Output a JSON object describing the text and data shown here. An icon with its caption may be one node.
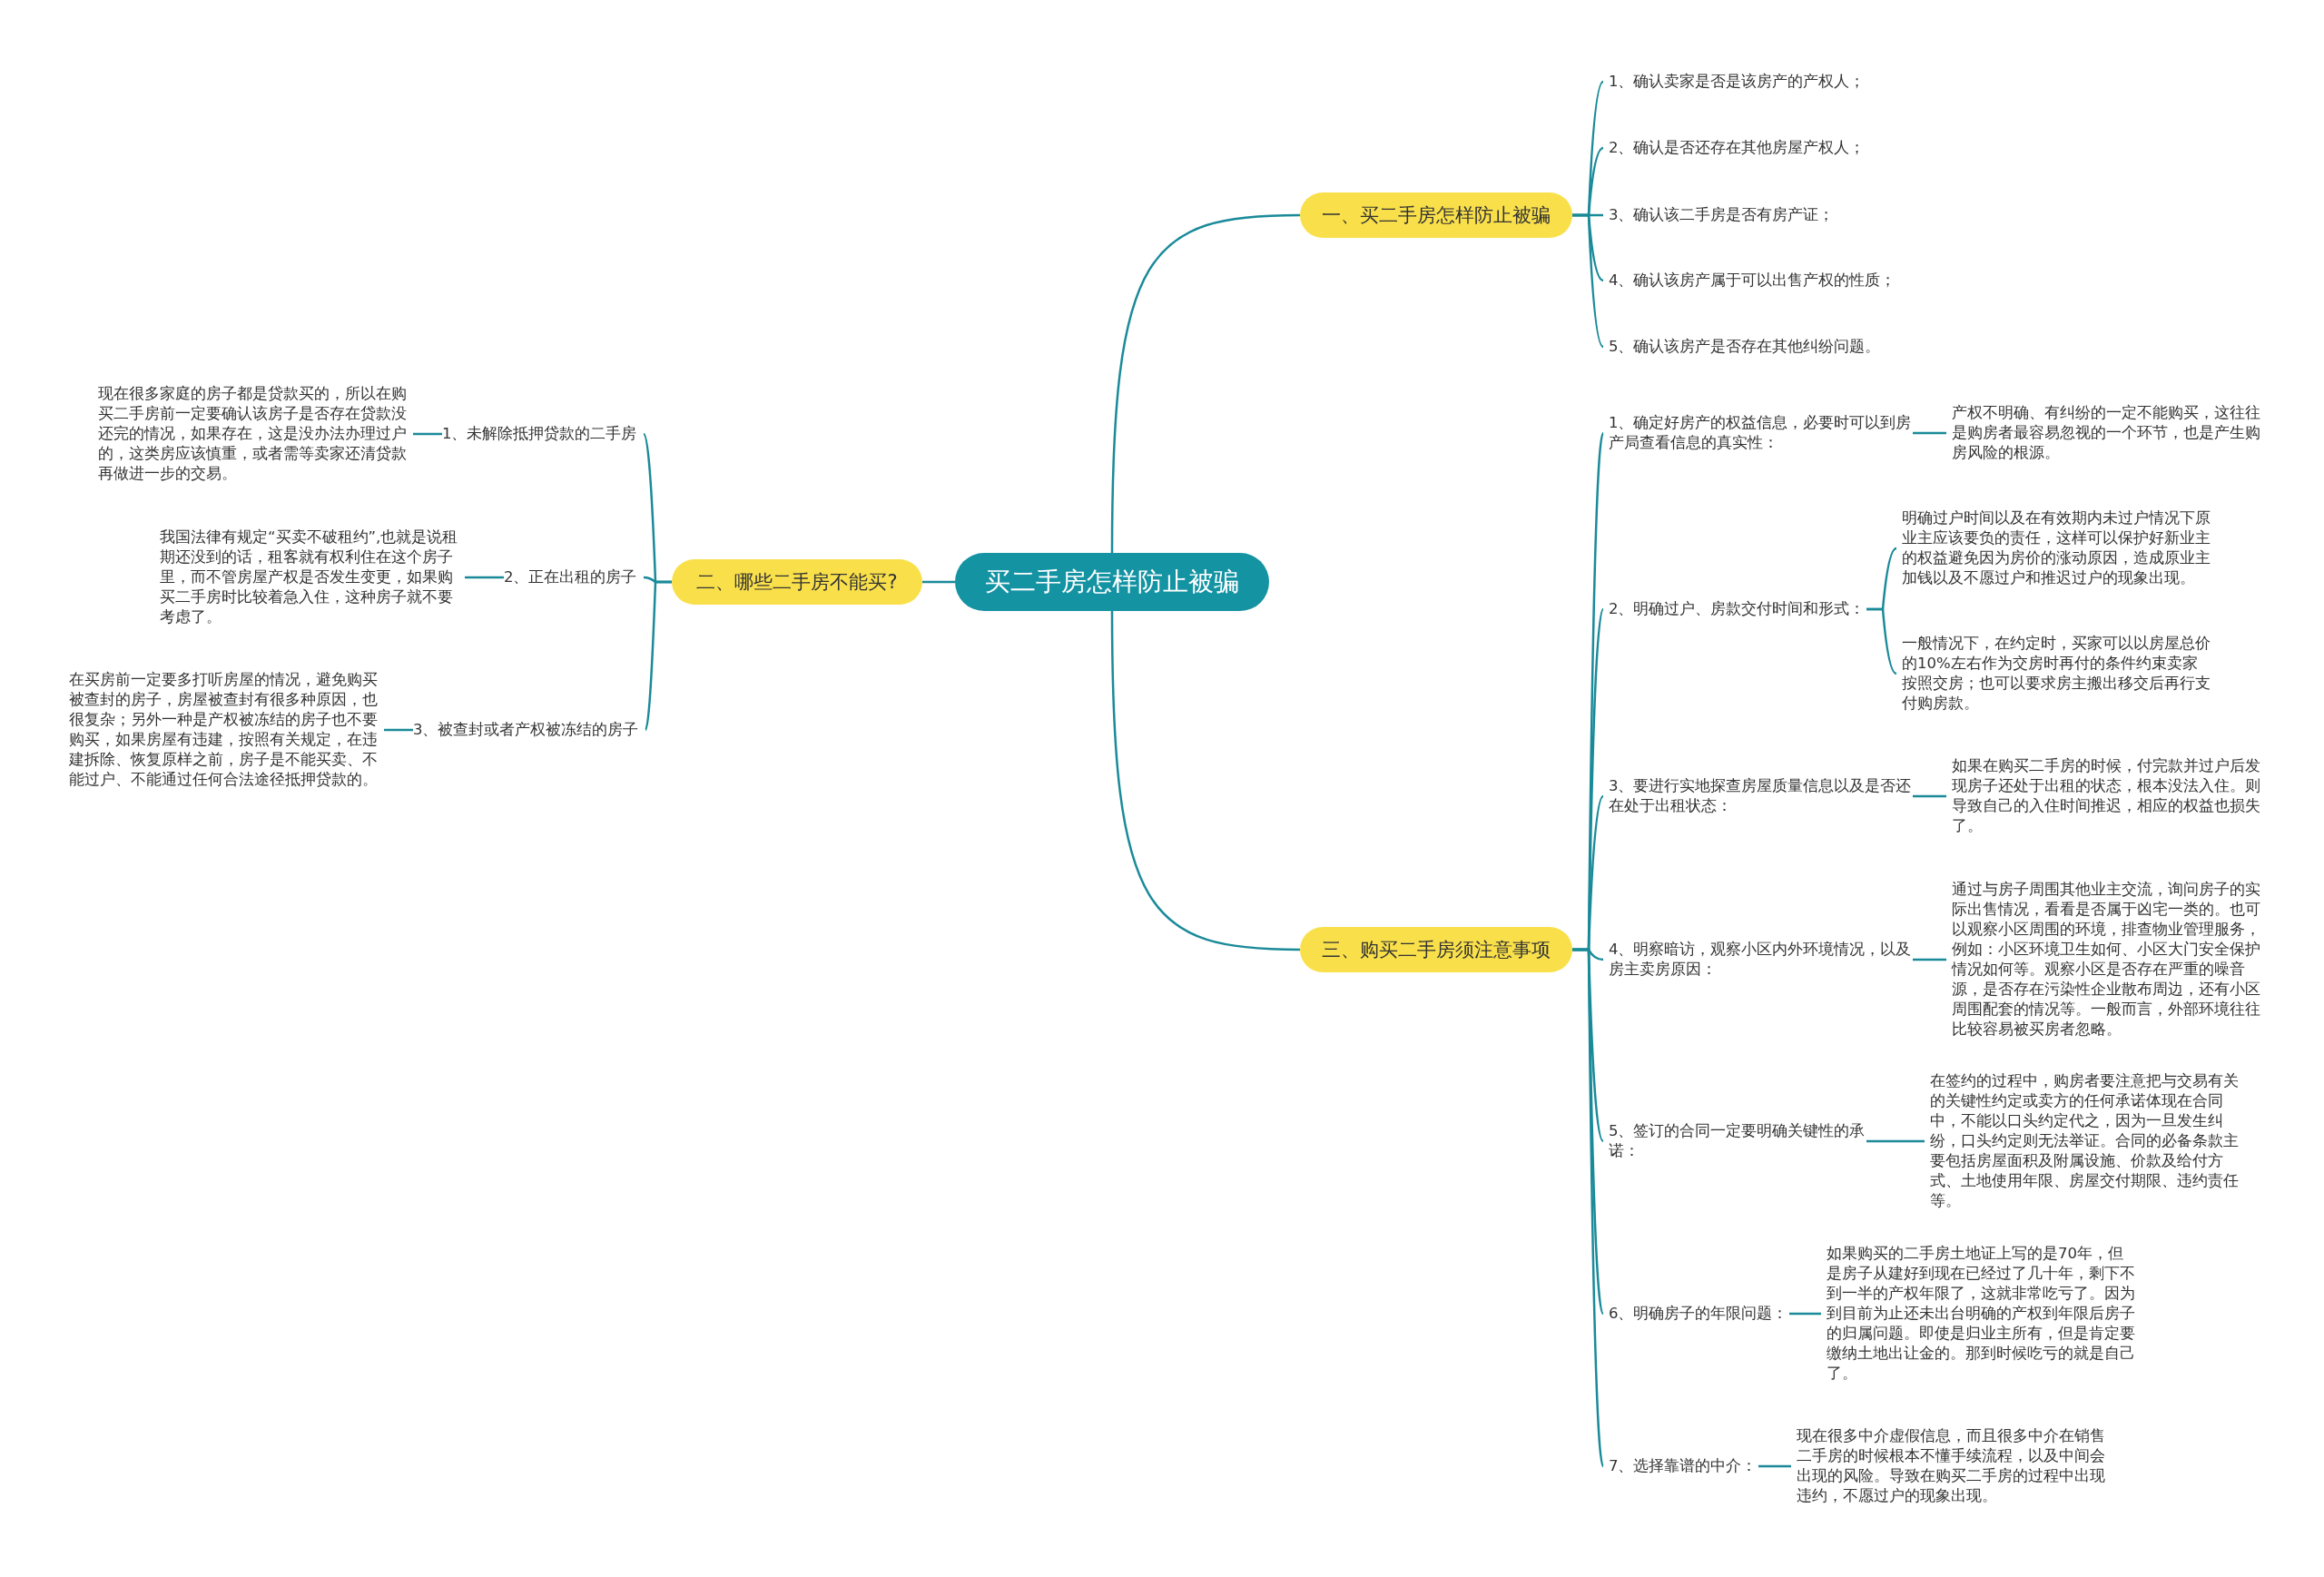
{
  "diagram": {
    "nodes": [
      {
        "text": [
          "买二手房怎样防止被骗"
        ]
      },
      {
        "text": [
          "一、买二手房怎样防止被骗"
        ]
      },
      {
        "text": [
          "1、确认卖家是否是该房产的产权人；"
        ]
      },
      {
        "text": [
          "2、确认是否还存在其他房屋产权人；"
        ]
      },
      {
        "text": [
          "3、确认该二手房是否有房产证；"
        ]
      },
      {
        "text": [
          "4、确认该房产属于可以出售产权的性质；"
        ]
      },
      {
        "text": [
          "5、确认该房产是否存在其他纠纷问题。"
        ]
      },
      {
        "text": [
          "二、哪些二手房不能买?"
        ]
      },
      {
        "text": [
          "1、未解除抵押贷款的二手房"
        ]
      },
      {
        "text": [
          "现在很多家庭的房子都是贷款买的，所以在购买二手房前一定要确认该房子是否存在贷款没还完的情况，如果存在，这是没办法办理过户的，这类房应该慎重，或者需等卖家还清贷款再做进一步的交易。"
        ]
      },
      {
        "text": [
          "2、正在出租的房子"
        ]
      },
      {
        "text": [
          "我国法律有规定“买卖不破租约”,也就是说租期还没到的话，租客就有权利住在这个房子里，而不管房屋产权是否发生变更，如果购买二手房时比较着急入住，这种房子就不要考虑了。"
        ]
      },
      {
        "text": [
          "3、被查封或者产权被冻结的房子"
        ]
      },
      {
        "text": [
          "在买房前一定要多打听房屋的情况，避免购买被查封的房子，房屋被查封有很多种原因，也很复杂；另外一种是产权被冻结的房子也不要购买，如果房屋有违建，按照有关规定，在违建拆除、恢复原样之前，房子是不能买卖、不能过户、不能通过任何合法途径抵押贷款的。"
        ]
      },
      {
        "text": [
          "三、购买二手房须注意事项"
        ]
      },
      {
        "text": [
          "1、确定好房产的权益信息，必要时可以到房产局查看信息的真实性："
        ]
      },
      {
        "text": [
          "产权不明确、有纠纷的一定不能购买，这往往是购房者最容易忽视的一个环节，也是产生购房风险的根源。"
        ]
      },
      {
        "text": [
          "2、明确过户、房款交付时间和形式："
        ]
      },
      {
        "text": [
          "明确过户时间以及在有效期内未过户情况下原业主应该要负的责任，这样可以保护好新业主的权益避免因为房价的涨动原因，造成原业主加钱以及不愿过户和推迟过户的现象出现。"
        ]
      },
      {
        "text": [
          "一般情况下，在约定时，买家可以以房屋总价的10%左右作为交房时再付的条件约束卖家按照交房；也可以要求房主搬出移交后再行支付购房款。"
        ]
      },
      {
        "text": [
          "3、要进行实地探查房屋质量信息以及是否还在处于出租状态："
        ]
      },
      {
        "text": [
          "如果在购买二手房的时候，付完款并过户后发现房子还处于出租的状态，根本没法入住。则导致自己的入住时间推迟，相应的权益也损失了。"
        ]
      },
      {
        "text": [
          "4、明察暗访，观察小区内外环境情况，以及房主卖房原因："
        ]
      },
      {
        "text": [
          "通过与房子周围其他业主交流，询问房子的实际出售情况，看看是否属于凶宅一类的。也可以观察小区周围的环境，排查物业管理服务，例如：小区环境卫生如何、小区大门安全保护情况如何等。观察小区是否存在严重的噪音源，是否存在污染性企业散布周边，还有小区周围配套的情况等。一般而言，外部环境往往比较容易被买房者忽略。"
        ]
      },
      {
        "text": [
          "5、签订的合同一定要明确关键性的承诺："
        ]
      },
      {
        "text": [
          "在签约的过程中，购房者要注意把与交易有关的关键性约定或卖方的任何承诺体现在合同中，不能以口头约定代之，因为一旦发生纠纷，口头约定则无法举证。合同的必备条款主要包括房屋面积及附属设施、价款及给付方式、土地使用年限、房屋交付期限、违约责任等。"
        ]
      },
      {
        "text": [
          "6、明确房子的年限问题："
        ]
      },
      {
        "text": [
          "如果购买的二手房土地证上写的是70年，但是房子从建好到现在已经过了几十年，剩下不到一半的产权年限了，这就非常吃亏了。因为到目前为止还未出台明确的产权到年限后房子的归属问题。即使是归业主所有，但是肯定要缴纳土地出让金的。那到时候吃亏的就是自己了。"
        ]
      },
      {
        "text": [
          "7、选择靠谱的中介："
        ]
      },
      {
        "text": [
          "现在很多中介虚假信息，而且很多中介在销售二手房的时候根本不懂手续流程，以及中间会出现的风险。导致在购买二手房的过程中出现违约，不愿过户的现象出现。"
        ]
      }
    ],
    "edges": [
      {
        "from": 0,
        "to": 1,
        "arrow": "none"
      },
      {
        "from": 0,
        "to": 7,
        "arrow": "none"
      },
      {
        "from": 0,
        "to": 14,
        "arrow": "none"
      },
      {
        "from": 1,
        "to": 2,
        "arrow": "none"
      },
      {
        "from": 1,
        "to": 3,
        "arrow": "none"
      },
      {
        "from": 1,
        "to": 4,
        "arrow": "none"
      },
      {
        "from": 1,
        "to": 5,
        "arrow": "none"
      },
      {
        "from": 1,
        "to": 6,
        "arrow": "none"
      },
      {
        "from": 7,
        "to": 8,
        "arrow": "none"
      },
      {
        "from": 7,
        "to": 10,
        "arrow": "none"
      },
      {
        "from": 7,
        "to": 12,
        "arrow": "none"
      },
      {
        "from": 8,
        "to": 9,
        "arrow": "none"
      },
      {
        "from": 10,
        "to": 11,
        "arrow": "none"
      },
      {
        "from": 12,
        "to": 13,
        "arrow": "none"
      },
      {
        "from": 14,
        "to": 15,
        "arrow": "none"
      },
      {
        "from": 14,
        "to": 17,
        "arrow": "none"
      },
      {
        "from": 14,
        "to": 20,
        "arrow": "none"
      },
      {
        "from": 14,
        "to": 22,
        "arrow": "none"
      },
      {
        "from": 14,
        "to": 24,
        "arrow": "none"
      },
      {
        "from": 14,
        "to": 26,
        "arrow": "none"
      },
      {
        "from": 14,
        "to": 28,
        "arrow": "none"
      },
      {
        "from": 15,
        "to": 16,
        "arrow": "none"
      },
      {
        "from": 17,
        "to": 18,
        "arrow": "none"
      },
      {
        "from": 17,
        "to": 19,
        "arrow": "none"
      },
      {
        "from": 20,
        "to": 21,
        "arrow": "none"
      },
      {
        "from": 22,
        "to": 23,
        "arrow": "none"
      },
      {
        "from": 24,
        "to": 25,
        "arrow": "none"
      },
      {
        "from": 26,
        "to": 27,
        "arrow": "none"
      },
      {
        "from": 28,
        "to": 29,
        "arrow": "none"
      }
    ]
  }
}
